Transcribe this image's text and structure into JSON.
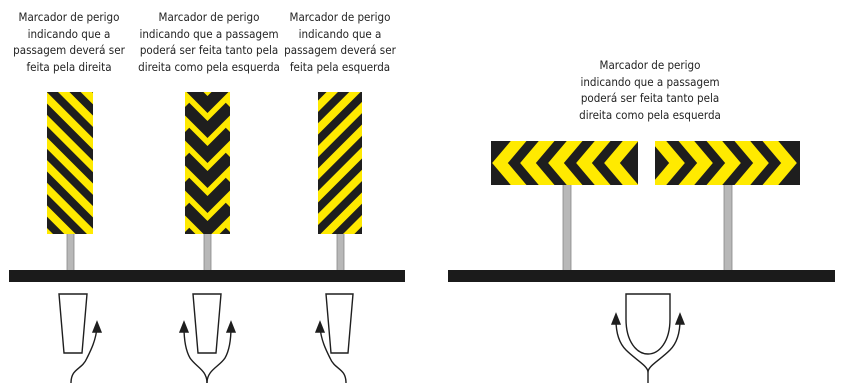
{
  "captions": {
    "left_right": "Marcador de perigo\nindicando que a\npassagem deverá ser\nfeita pela direita",
    "left_both": "Marcador de perigo\nindicando que a passagem\npoderá ser feita tanto pela\ndireita como pela esquerda",
    "left_left": "Marcador de perigo\nindicando que a\npassagem deverá ser\nfeita pela esquerda",
    "right_both": "Marcador de perigo\nindicando que a passagem\npoderá ser feita tanto pela\ndireita como pela esquerda"
  },
  "colors": {
    "stripe_yellow": "#ffea00",
    "stripe_black": "#1e1e1e",
    "road": "#1b1b1b",
    "post": "#b8b8b8"
  }
}
